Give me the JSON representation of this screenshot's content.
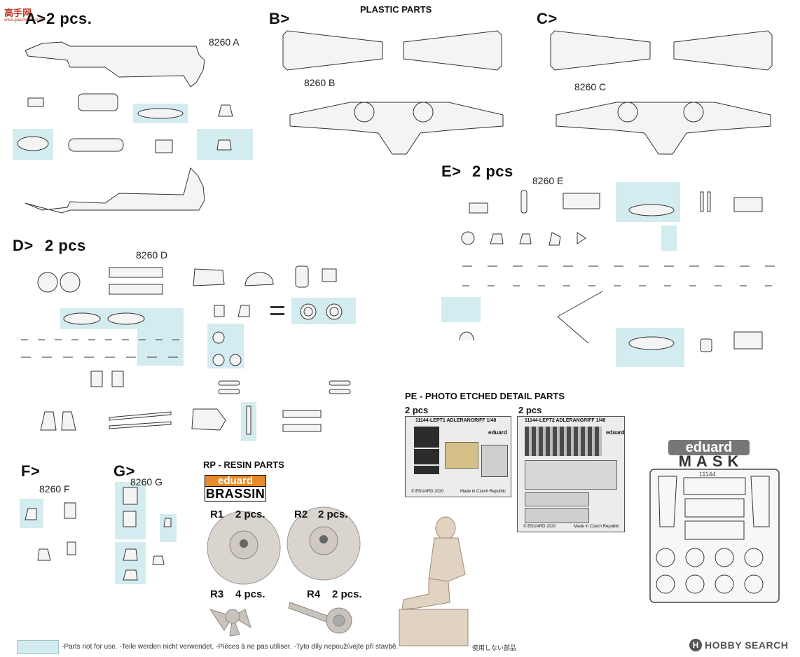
{
  "watermark": {
    "title": "高手网",
    "url": "www.gaoshoutu.com"
  },
  "sections": {
    "a": {
      "header": "A>",
      "pcs": "2 pcs.",
      "code": "8260 A"
    },
    "plastic_title": "PLASTIC PARTS",
    "b": {
      "header": "B>",
      "code": "8260 B"
    },
    "c": {
      "header": "C>",
      "code": "8260 C"
    },
    "d": {
      "header": "D>",
      "pcs": "2 pcs",
      "code": "8260 D"
    },
    "e": {
      "header": "E>",
      "pcs": "2 pcs",
      "code": "8260 E"
    },
    "f": {
      "header": "F>",
      "code": "8260 F"
    },
    "g": {
      "header": "G>",
      "code": "8260 G"
    }
  },
  "resin": {
    "title": "RP - RESIN PARTS",
    "brand_top": "eduard",
    "brand_bottom": "BRASSIN",
    "r1": {
      "label": "R1",
      "pcs": "2 pcs."
    },
    "r2": {
      "label": "R2",
      "pcs": "2 pcs."
    },
    "r3": {
      "label": "R3",
      "pcs": "4 pcs."
    },
    "r4": {
      "label": "R4",
      "pcs": "2 pcs."
    }
  },
  "pe": {
    "title": "PE - PHOTO ETCHED DETAIL PARTS",
    "left": {
      "pcs": "2 pcs",
      "fret_title": "11144-LEPT1 ADLERANGRIFF 1/48",
      "brand": "eduard",
      "footer_left": "© EDUARD 2020",
      "footer_right": "Made in Czech Republic"
    },
    "right": {
      "pcs": "2 pcs",
      "fret_title": "11144-LEPT2 ADLERANGRIFF 1/48",
      "brand": "eduard",
      "footer_left": "© EDUARD 2020",
      "footer_right": "Made in Czech Republic"
    }
  },
  "mask": {
    "brand": "eduard",
    "word": "MASK",
    "code": "11144"
  },
  "legend": {
    "text": "-Parts not for use. -Teile werden nicht verwendet. -Pièces à ne pas utiliser. -Tyto díly nepoužívejte při stavbě.",
    "jp": "使用しない部品",
    "swatch_color": "#d3ecef"
  },
  "footer_logo": {
    "mark": "H",
    "text": "HOBBY SEARCH"
  }
}
